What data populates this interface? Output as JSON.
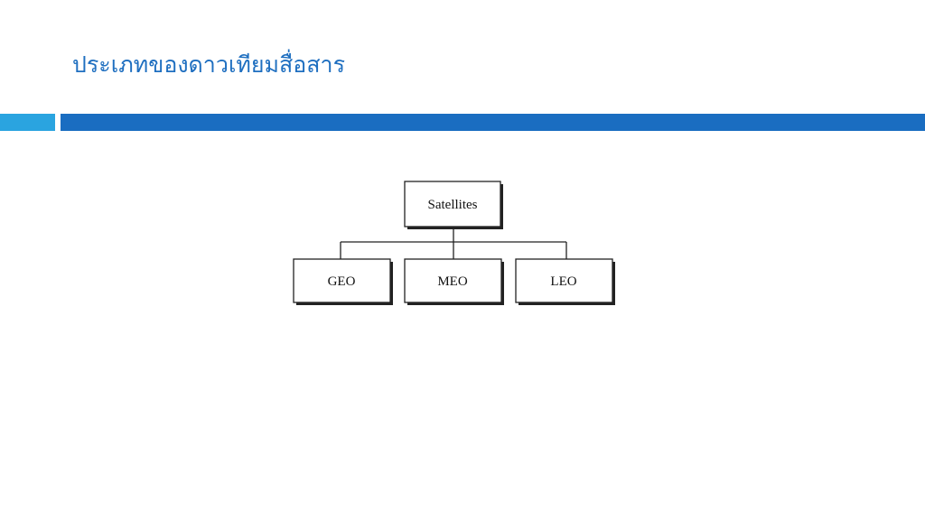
{
  "slide": {
    "title": "ประเภทของดาวเทียมสื่อสาร"
  },
  "diagram": {
    "root": {
      "label": "Satellites"
    },
    "children": [
      {
        "label": "GEO"
      },
      {
        "label": "MEO"
      },
      {
        "label": "LEO"
      }
    ]
  },
  "colors": {
    "title": "#1f6fc0",
    "accent_light": "#2aa4e0",
    "accent_dark": "#1a6dc1"
  }
}
